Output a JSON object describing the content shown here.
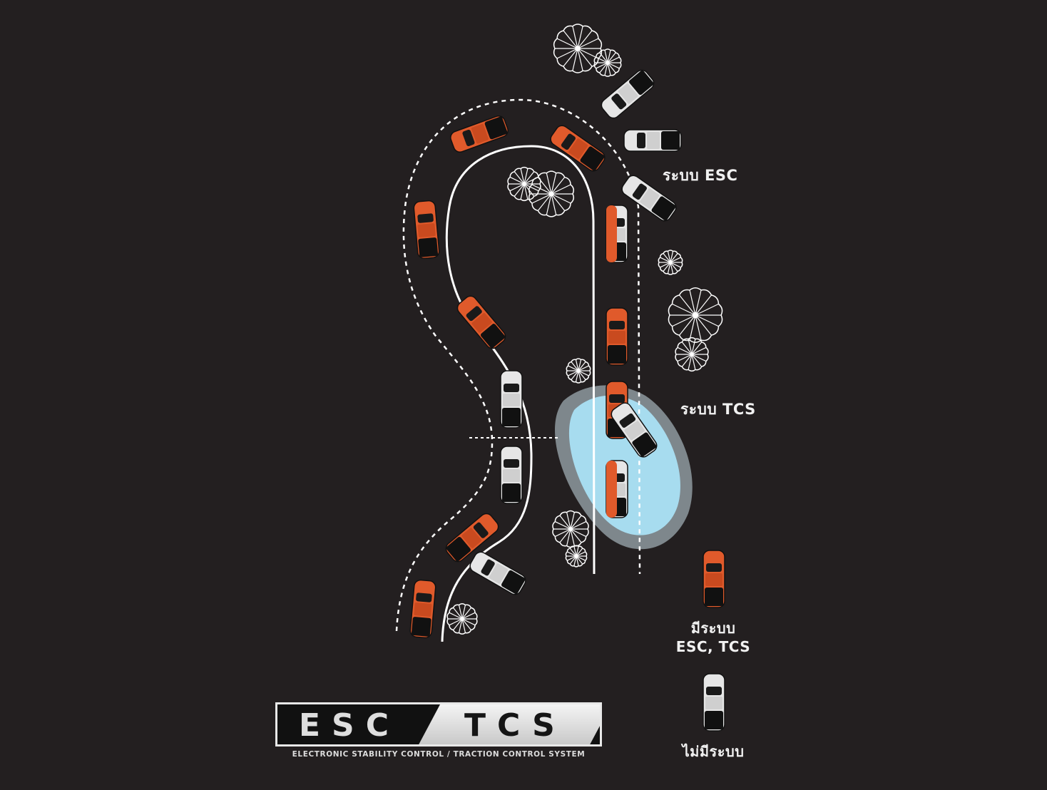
{
  "colors": {
    "background": "#231f20",
    "car_with_system": "#e05a2b",
    "car_without_system": "#e6e6e6",
    "water": "#a7dcef",
    "water_halo": "#8e9aa0",
    "track_line": "#ffffff"
  },
  "labels": {
    "esc_zone": "ระบบ ESC",
    "tcs_zone": "ระบบ TCS"
  },
  "legend": {
    "with_system_line1": "มีระบบ",
    "with_system_line2": "ESC, TCS",
    "without_system": "ไม่มีระบบ"
  },
  "logo": {
    "esc": "ESC",
    "tcs": "TCS",
    "subtitle": "ELECTRONIC STABILITY CONTROL  /  TRACTION CONTROL SYSTEM"
  },
  "icons": {
    "car_with_system": "orange-car-icon",
    "car_without_system": "white-car-icon",
    "tree": "tree-icon",
    "puddle": "water-puddle-icon"
  }
}
